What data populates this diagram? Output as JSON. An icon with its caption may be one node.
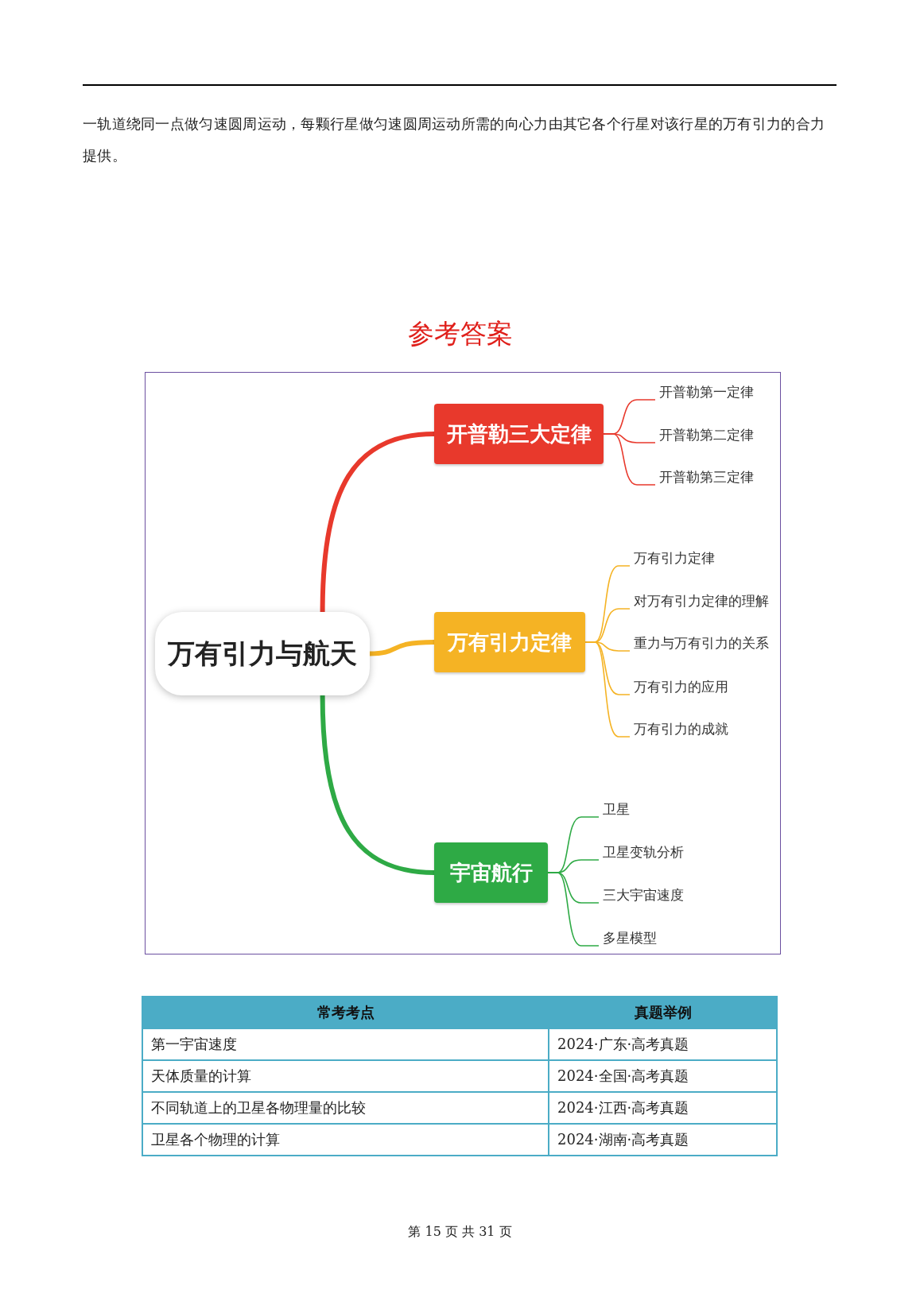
{
  "diagram": {
    "title": "参考答案",
    "nodes": [
      {
        "text": [
          "万有引力与航天"
        ]
      },
      {
        "text": [
          "开普勒三大定律"
        ]
      },
      {
        "text": [
          "开普勒第一定律"
        ]
      },
      {
        "text": [
          "开普勒第二定律"
        ]
      },
      {
        "text": [
          "开普勒第三定律"
        ]
      },
      {
        "text": [
          "万有引力定律"
        ]
      },
      {
        "text": [
          "万有引力定律"
        ]
      },
      {
        "text": [
          "对万有引力定律的理解"
        ]
      },
      {
        "text": [
          "重力与万有引力的关系"
        ]
      },
      {
        "text": [
          "万有引力的应用"
        ]
      },
      {
        "text": [
          "万有引力的成就"
        ]
      },
      {
        "text": [
          "宇宙航行"
        ]
      },
      {
        "text": [
          "卫星"
        ]
      },
      {
        "text": [
          "卫星变轨分析"
        ]
      },
      {
        "text": [
          "三大宇宙速度"
        ]
      },
      {
        "text": [
          "多星模型"
        ]
      }
    ],
    "edges": [
      {
        "from": 0,
        "to": 1,
        "arrow": "none",
        "style": "thick",
        "color": "#e8392c"
      },
      {
        "from": 0,
        "to": 5,
        "arrow": "none",
        "style": "thick",
        "color": "#f5b324"
      },
      {
        "from": 0,
        "to": 11,
        "arrow": "none",
        "style": "thick",
        "color": "#2eaa45"
      },
      {
        "from": 1,
        "to": 2,
        "arrow": "none",
        "color": "#e8392c"
      },
      {
        "from": 1,
        "to": 3,
        "arrow": "none",
        "color": "#e8392c"
      },
      {
        "from": 1,
        "to": 4,
        "arrow": "none",
        "color": "#e8392c"
      },
      {
        "from": 5,
        "to": 6,
        "arrow": "none"
      },
      {
        "from": 5,
        "to": 7,
        "arrow": "none"
      },
      {
        "from": 5,
        "to": 8,
        "arrow": "none"
      },
      {
        "from": 5,
        "to": 9,
        "arrow": "none"
      },
      {
        "from": 5,
        "to": 10,
        "arrow": "none"
      },
      {
        "from": 11,
        "to": 12,
        "arrow": "none",
        "color": "#2eaa45"
      },
      {
        "from": 11,
        "to": 13,
        "arrow": "none",
        "color": "#2eaa45"
      },
      {
        "from": 11,
        "to": 14,
        "arrow": "none",
        "color": "#2eaa45"
      },
      {
        "from": 11,
        "to": 15,
        "arrow": "none",
        "color": "#2eaa45"
      }
    ],
    "labels": [
      "一轨道绕同一点做匀速圆周运动，每颗行星做匀速圆周运动所需的向心力由其它各个行星对该行星的万有引力的合力提供。",
      "常考考点",
      "真题举例",
      "第一宇宙速度",
      "2024·广东·高考真题",
      "天体质量的计算",
      "2024·全国·高考真题",
      "不同轨道上的卫星各物理量的比较",
      "2024·江西·高考真题",
      "卫星各个物理的计算",
      "2024·湖南·高考真题",
      "第 15 页 共 31 页"
    ]
  }
}
